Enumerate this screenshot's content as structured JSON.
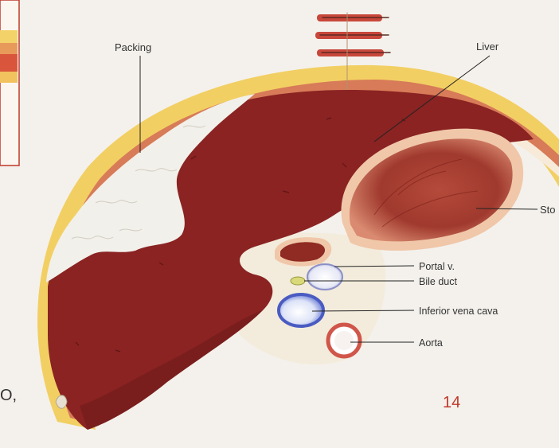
{
  "labels": {
    "packing": "Packing",
    "liver": "Liver",
    "stomach_partial": "Sto",
    "portal_vein": "Portal v.",
    "bile_duct": "Bile duct",
    "ivc": "Inferior vena cava",
    "aorta": "Aorta"
  },
  "slide": {
    "page_number": "14",
    "left_fragment": "O,"
  },
  "colors": {
    "liver": "#8a2322",
    "liver_dark": "#6e1a1a",
    "packing": "#f2f0ea",
    "wall_yellow": "#f2cf63",
    "wall_red": "#d77b58",
    "vessel_blue": "#5a6fd0",
    "page_number": "#c0392b"
  }
}
